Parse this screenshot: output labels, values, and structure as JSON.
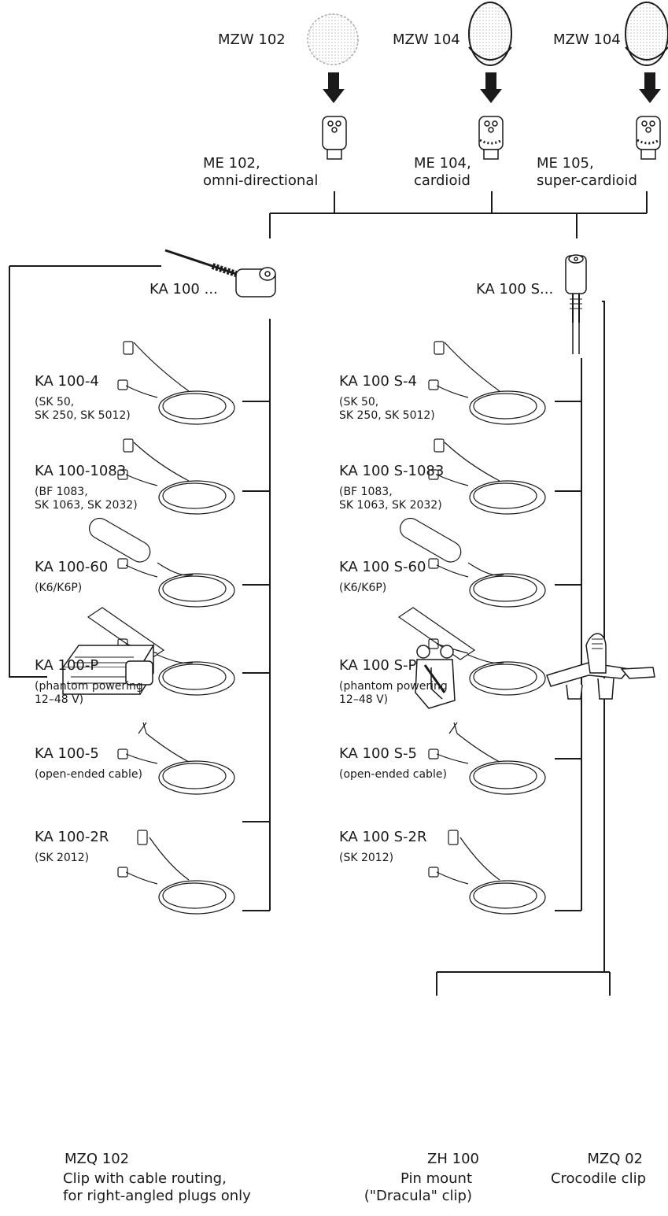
{
  "heads": {
    "mzw102": "MZW 102",
    "mzw104a": "MZW 104",
    "mzw104b": "MZW 104"
  },
  "capsules": {
    "me102": {
      "name": "ME 102,",
      "pattern": "omni-directional"
    },
    "me104": {
      "name": "ME 104,",
      "pattern": "cardioid"
    },
    "me105": {
      "name": "ME 105,",
      "pattern": "super-cardioid"
    }
  },
  "cables": {
    "left_title": "KA 100 ...",
    "right_title": "KA 100 S...",
    "left": [
      {
        "name": "KA 100-4",
        "note1": "(SK 50,",
        "note2": "SK 250, SK 5012)"
      },
      {
        "name": "KA 100-1083",
        "note1": "(BF 1083,",
        "note2": "SK 1063, SK 2032)"
      },
      {
        "name": "KA 100-60",
        "note1": "(K6/K6P)",
        "note2": ""
      },
      {
        "name": "KA 100-P",
        "note1": "(phantom powering",
        "note2": "12–48 V)"
      },
      {
        "name": "KA 100-5",
        "note1": "(open-ended cable)",
        "note2": ""
      },
      {
        "name": "KA 100-2R",
        "note1": "(SK 2012)",
        "note2": ""
      }
    ],
    "right": [
      {
        "name": "KA 100 S-4",
        "note1": "(SK 50,",
        "note2": "SK 250, SK 5012)"
      },
      {
        "name": "KA 100 S-1083",
        "note1": "(BF 1083,",
        "note2": "SK 1063, SK 2032)"
      },
      {
        "name": "KA 100 S-60",
        "note1": "(K6/K6P)",
        "note2": ""
      },
      {
        "name": "KA 100 S-P",
        "note1": "(phantom powering",
        "note2": "12–48 V)"
      },
      {
        "name": "KA 100 S-5",
        "note1": "(open-ended cable)",
        "note2": ""
      },
      {
        "name": "KA 100 S-2R",
        "note1": "(SK 2012)",
        "note2": ""
      }
    ]
  },
  "clips": {
    "mzq102": {
      "name": "MZQ 102",
      "desc1": "Clip with cable routing,",
      "desc2": "for right-angled plugs only"
    },
    "zh100": {
      "name": "ZH 100",
      "desc1": "Pin mount",
      "desc2": "(\"Dracula\" clip)"
    },
    "mzq02": {
      "name": "MZQ 02",
      "desc1": "Crocodile clip"
    }
  }
}
